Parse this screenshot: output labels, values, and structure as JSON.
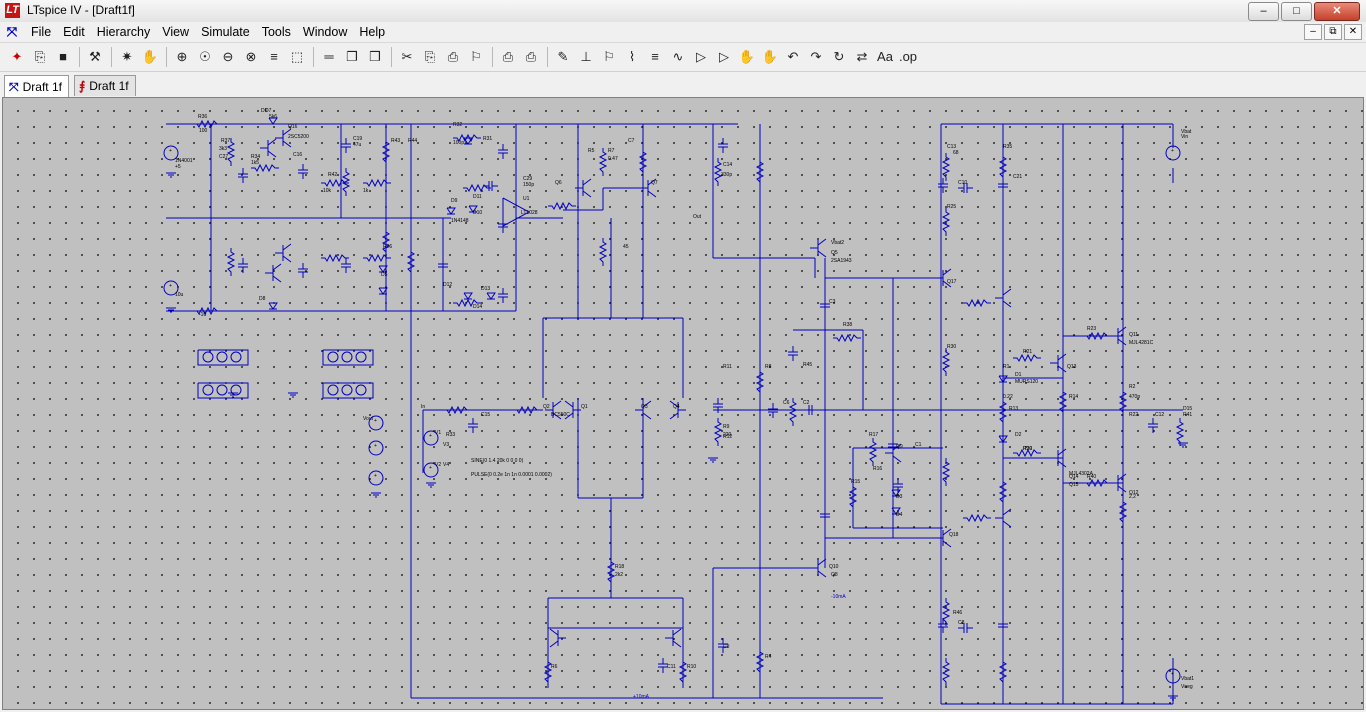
{
  "window": {
    "title": "LTspice IV - [Draft1f]",
    "minimize": "‒",
    "maximize": "□",
    "close": "✕"
  },
  "menu": {
    "items": [
      "File",
      "Edit",
      "Hierarchy",
      "View",
      "Simulate",
      "Tools",
      "Window",
      "Help"
    ],
    "mdi": {
      "minimize": "‒",
      "restore": "⧉",
      "close": "✕"
    }
  },
  "toolbar": {
    "icons": [
      "new-schematic-icon",
      "open-icon",
      "save-icon",
      "control-panel-icon",
      "run-icon",
      "halt-icon",
      "zoom-in-icon",
      "pan-icon",
      "zoom-out-icon",
      "zoom-cancel-icon",
      "autorange-icon",
      "zoom-fit-icon",
      "tile-horizontal-icon",
      "cascade-icon",
      "close-windows-icon",
      "cut-icon",
      "copy-icon",
      "paste-icon",
      "find-icon",
      "print-preview-icon",
      "print-icon",
      "draw-wire-icon",
      "ground-icon",
      "label-net-icon",
      "resistor-icon",
      "capacitor-icon",
      "inductor-icon",
      "diode-icon",
      "component-icon",
      "move-icon",
      "drag-icon",
      "undo-icon",
      "redo-icon",
      "rotate-icon",
      "mirror-icon",
      "text-icon",
      "spice-directive-icon"
    ],
    "glyphs": [
      "✦",
      "⎘",
      "■",
      "⚒",
      "✷",
      "✋",
      "⊕",
      "☉",
      "⊖",
      "⊗",
      "≡",
      "⬚",
      "═",
      "❐",
      "❒",
      "✂",
      "⎘",
      "⎙",
      "⚐",
      "⎙",
      "⎙",
      "✎",
      "⊥",
      "⚐",
      "⌇",
      "≡",
      "∿",
      "▷",
      "▷",
      "✋",
      "✋",
      "↶",
      "↷",
      "↻",
      "⇄",
      "Aa",
      ".op"
    ]
  },
  "tabs": [
    {
      "label": "Draft 1f",
      "kind": "schematic",
      "active": true
    },
    {
      "label": "Draft 1f",
      "kind": "waveform",
      "active": false
    }
  ],
  "schematic": {
    "labels": [
      "R36",
      "D7",
      "Q16",
      "2SC5200",
      "R37",
      "R34",
      "C16",
      "C27",
      "R42",
      "R43",
      "R44",
      "C19",
      "R32",
      "R31",
      "C29",
      "U1",
      "LT1028",
      "R5",
      "R7",
      "Q6",
      "Q7",
      "C7",
      "Q5",
      "2SA1943",
      "C3",
      "R11",
      "R8",
      "R9",
      "R12",
      "Q17",
      "Q13",
      "Q11",
      "MJL4281C",
      "R30",
      "R21",
      "R20",
      "R23",
      "C21",
      "C10",
      "V3",
      "V4",
      "R2",
      "R1",
      "D1",
      "MURS120",
      "D2",
      "Q1",
      "Q2",
      "BC550C",
      "Q3",
      "Q4",
      "R33",
      "C15",
      "V1",
      "V2",
      "PULSE(0 0.2e 1n 1n 0.0001 0.0002)",
      "SINE(0 1.4 20k 0 0 0 0)",
      "Q14",
      "Q15",
      "MJL4302A",
      "R13",
      "R14",
      "C12",
      "Q9",
      "R17",
      "D3",
      "D4",
      "C1",
      "Q18",
      "Q10",
      "R18",
      "R10",
      "C11",
      "R6",
      "R4",
      "Q8",
      "Q12",
      "R45",
      "R46",
      "C6",
      "C2",
      "R15",
      "R16",
      "R22",
      "R38",
      "R39",
      "R40",
      "R41",
      "C8",
      "C9",
      "C14",
      "C13",
      "R35",
      "R25",
      "R26",
      "D5",
      "D6",
      "D8",
      "D9",
      "D10",
      "D11",
      "D12",
      "D13",
      "D14",
      "D15",
      "Vout",
      "Vin",
      "Vbat1",
      "Vbat2",
      "-10mA",
      "+10mA"
    ],
    "values": [
      "100",
      "3k3",
      "1k5",
      "47u",
      "1k",
      "10k",
      "100p",
      "150p",
      "330p",
      "470p",
      "2.2",
      "0.22",
      "0.47",
      "1N4001",
      "10u",
      "+5",
      "-10",
      "45",
      "2k2",
      "220",
      "68",
      "5k6",
      "1N4148"
    ],
    "nets": [
      "In",
      "Out",
      "Vbat",
      "Vneg"
    ]
  },
  "colors": {
    "wire": "#0000c0",
    "component": "#0000c0",
    "label": "#000000",
    "annotation": "#0000c0",
    "canvas": "#c0c0c0",
    "grid_dot": "#2a2a2a"
  }
}
